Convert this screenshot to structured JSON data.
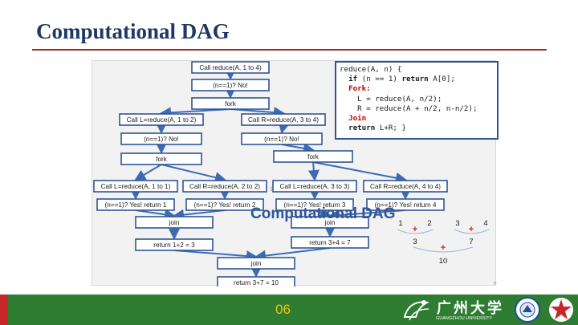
{
  "slide": {
    "title": "Computational DAG",
    "page_number": "06"
  },
  "dag": {
    "nodes": [
      {
        "id": "call-1-4",
        "label": "Call reduce(A, 1 to 4)"
      },
      {
        "id": "check-1",
        "label": "(n==1)? No!"
      },
      {
        "id": "fork-1",
        "label": "fork"
      },
      {
        "id": "call-l-1-2",
        "label": "Call L=reduce(A, 1 to 2)"
      },
      {
        "id": "call-r-3-4",
        "label": "Call R=reduce(A, 3 to 4)"
      },
      {
        "id": "check-l",
        "label": "(n==1)? No!"
      },
      {
        "id": "check-r",
        "label": "(n==1)? No!"
      },
      {
        "id": "fork-l",
        "label": "fork"
      },
      {
        "id": "fork-r",
        "label": "fork"
      },
      {
        "id": "call-l-1-1",
        "label": "Call L=reduce(A, 1 to 1)"
      },
      {
        "id": "call-r-2-2",
        "label": "Call R=reduce(A, 2 to 2)"
      },
      {
        "id": "call-l-3-3",
        "label": "Call L=reduce(A, 3 to 3)"
      },
      {
        "id": "call-r-4-4",
        "label": "Call R=reduce(A, 4 to 4)"
      },
      {
        "id": "ret-1",
        "label": "(n==1)? Yes! return 1"
      },
      {
        "id": "ret-2",
        "label": "(n==1)? Yes! return 2"
      },
      {
        "id": "ret-3",
        "label": "(n==1)? Yes! return 3"
      },
      {
        "id": "ret-4",
        "label": "(n==1)? Yes! return 4"
      },
      {
        "id": "join-l",
        "label": "join"
      },
      {
        "id": "join-r",
        "label": "join"
      },
      {
        "id": "ret-l",
        "label": "return 1+2 = 3"
      },
      {
        "id": "ret-r",
        "label": "return 3+4 = 7"
      },
      {
        "id": "join-final",
        "label": "join"
      },
      {
        "id": "ret-final",
        "label": "return 3+7 = 10"
      }
    ],
    "figure_caption": "Computational DAG"
  },
  "code": {
    "lines": [
      {
        "parts": [
          {
            "t": "reduce(A, n) {",
            "s": ""
          }
        ]
      },
      {
        "parts": [
          {
            "t": "  ",
            "s": ""
          },
          {
            "t": "if",
            "s": "kw"
          },
          {
            "t": " (n == 1) ",
            "s": ""
          },
          {
            "t": "return",
            "s": "kw"
          },
          {
            "t": " A[0];",
            "s": ""
          }
        ]
      },
      {
        "parts": [
          {
            "t": "  ",
            "s": ""
          },
          {
            "t": "Fork:",
            "s": "red"
          }
        ]
      },
      {
        "parts": [
          {
            "t": "    L = reduce(A, n/2);",
            "s": ""
          }
        ]
      },
      {
        "parts": [
          {
            "t": "    R = reduce(A + n/2, n-n/2);",
            "s": ""
          }
        ]
      },
      {
        "parts": [
          {
            "t": "  ",
            "s": ""
          },
          {
            "t": "Join",
            "s": "red"
          }
        ]
      },
      {
        "parts": [
          {
            "t": "  ",
            "s": ""
          },
          {
            "t": "return",
            "s": "kw"
          },
          {
            "t": " L+R; }",
            "s": ""
          }
        ]
      }
    ]
  },
  "sum_tree": {
    "leaves": [
      "1",
      "2",
      "3",
      "4"
    ],
    "partials": [
      "3",
      "7"
    ],
    "total": "10",
    "operator": "+"
  },
  "footer": {
    "university_cn": "广州大学",
    "university_en": "GUANGZHOU UNIVERSITY",
    "stray_mark": "1",
    "cross_mark": "+"
  },
  "colors": {
    "title": "#1f3864",
    "accent_blue": "#2e5597",
    "footer_green": "#2e7d32",
    "footer_red": "#c62828",
    "page_number": "#f5c400",
    "plus_red": "#d62020"
  }
}
